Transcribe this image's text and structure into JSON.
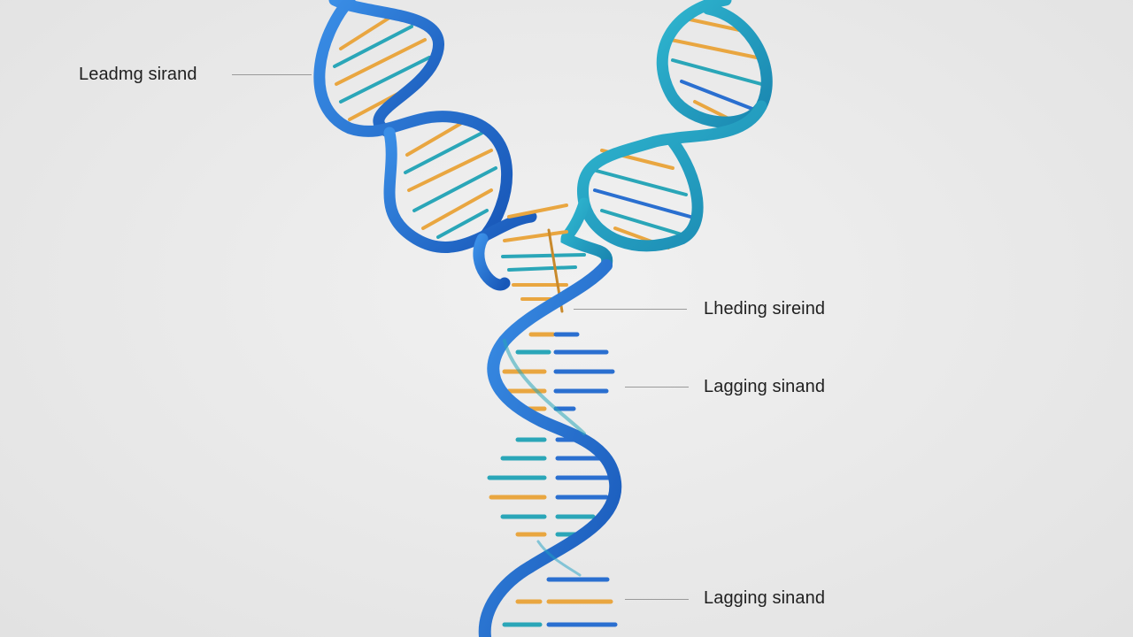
{
  "labels": {
    "top_left": "Leadmg sirand",
    "right_upper": "Lheding sireind",
    "right_middle": "Lagging sinand",
    "right_lower": "Lagging sinand"
  },
  "colors": {
    "background": "#e9e9e9",
    "backbone_blue": "#1f6fd1",
    "backbone_teal": "#1e9fc4",
    "base_orange": "#e9a640",
    "base_teal": "#2aa6b8",
    "base_blue": "#2a6fd0",
    "leader_line": "#9a9a9a",
    "label_text": "#1f1f1f"
  }
}
